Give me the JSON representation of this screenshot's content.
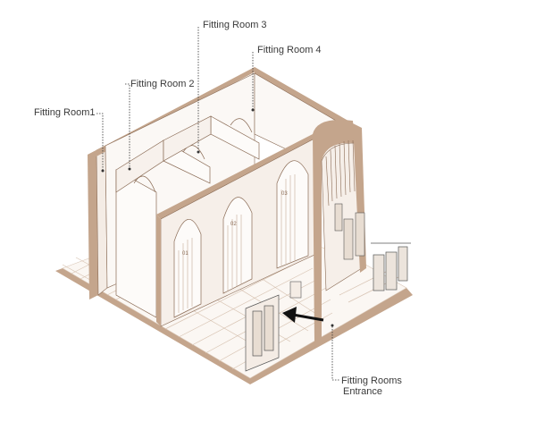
{
  "labels": {
    "room1": "Fitting Room1",
    "room2": "Fitting Room 2",
    "room3": "Fitting Room 3",
    "room4": "Fitting Room 4",
    "entrance_line1": "Fitting Rooms",
    "entrance_line2": "Entrance"
  },
  "colors": {
    "wall_tan": "#c4a58c",
    "wall_dark": "#8a6b55",
    "floor_line": "#d8c4b3",
    "ink": "#3a3a3a",
    "arrow": "#111111"
  }
}
